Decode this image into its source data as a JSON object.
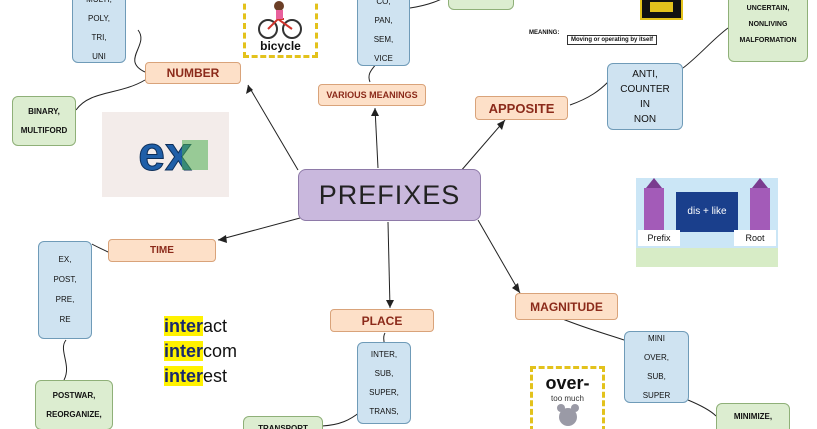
{
  "center": {
    "label": "PREFIXES"
  },
  "categories": {
    "number": "NUMBER",
    "various": "VARIOUS MEANINGS",
    "apposite": "APPOSITE",
    "time": "TIME",
    "place": "PLACE",
    "magnitude": "MAGNITUDE"
  },
  "lists": {
    "number": [
      "MULTI,",
      "POLY,",
      "TRI,",
      "UNI"
    ],
    "binary": [
      "BINARY,",
      "MULTIFORD"
    ],
    "various": [
      "CO,",
      "PAN,",
      "SEM,",
      "VICE"
    ],
    "apposite": [
      "ANTI,",
      "COUNTER",
      "IN",
      "NON"
    ],
    "uncertain": [
      "UNCERTAIN,",
      "NONLIVING",
      "MALFORMATION"
    ],
    "time": [
      "EX,",
      "POST,",
      "PRE,",
      "RE"
    ],
    "postwar": [
      "POSTWAR,",
      "REORGANIZE,"
    ],
    "place": [
      "INTER,",
      "SUB,",
      "SUPER,",
      "TRANS,"
    ],
    "transport": [
      "TRANSPORT"
    ],
    "magnitude": [
      "MINI",
      "OVER,",
      "SUB,",
      "SUPER"
    ],
    "minimize": [
      "MINIMIZE,"
    ]
  },
  "images": {
    "bicycle_label": "bicycle",
    "meaning_tag": "MEANING:",
    "meaning_text": "Moving or operating by itself",
    "dislike_word": "dis + like",
    "dislike_prefix": "Prefix",
    "dislike_root": "Root",
    "over_title": "over-",
    "over_sub": "too much",
    "ex_letters": "ex"
  },
  "inter_words": [
    {
      "prefix": "inter",
      "rest": "act"
    },
    {
      "prefix": "inter",
      "rest": "com"
    },
    {
      "prefix": "inter",
      "rest": "est"
    }
  ],
  "colors": {
    "center_fill": "#c9b8dd",
    "category_fill": "#fde0c8",
    "category_text": "#8b2a1a",
    "list_fill": "#cfe3f1",
    "example_fill": "#dcedd0",
    "highlight": "#fff200"
  }
}
